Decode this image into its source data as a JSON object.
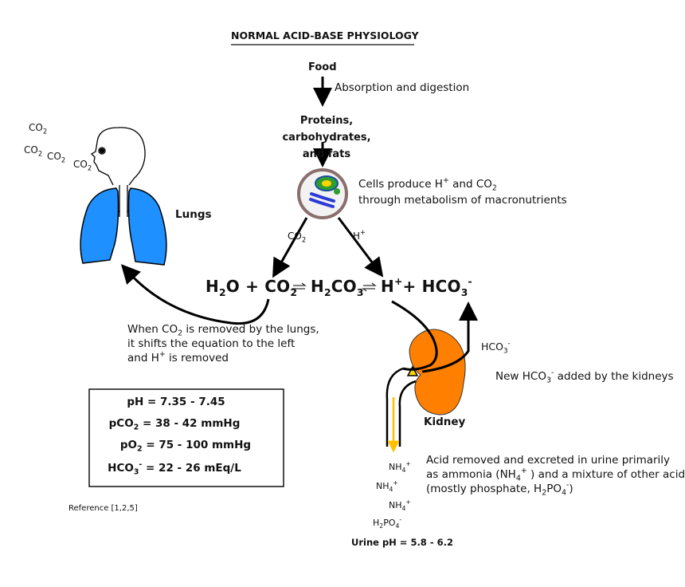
{
  "title": "NORMAL ACID-BASE PHYSIOLOGY",
  "food": "Food",
  "absorption": "Absorption and digestion",
  "macronutrients_line1": "Proteins, carbohydrates,",
  "macronutrients_line2": "and fats",
  "cells_line1_a": "Cells produce H",
  "cells_line1_b": " and CO",
  "cells_line2": "through metabolism of macronutrients",
  "lungs_label": "Lungs",
  "kidney_label": "Kidney",
  "arrow_left_label": "CO",
  "arrow_right_label": "H",
  "equation": {
    "h2o": "H",
    "h2o_b": "O + CO",
    "h2co3_a": "H",
    "h2co3_b": "CO",
    "hplus": "H",
    "hco3": "+ HCO"
  },
  "lungs_note": {
    "line1_a": "When CO",
    "line1_b": " is removed by the lungs,",
    "line2": "it shifts the equation to the left",
    "line3_a": "and H",
    "line3_b": " is removed"
  },
  "hco3_arrow_label": "HCO",
  "hco3_note_a": "New HCO",
  "hco3_note_b": " added by the kidneys",
  "acid_note": {
    "line1": "Acid removed and excreted in urine primarily",
    "line2_a": "as ammonia (NH",
    "line2_b": " ) and a mixture of other acids",
    "line3_a": "(mostly phosphate, H",
    "line3_b": "PO",
    "line3_c": ")"
  },
  "urine_ions": [
    "NH4+",
    "NH4+",
    "NH4+",
    "H2PO4-"
  ],
  "urine_ph": "Urine pH = 5.8 - 6.2",
  "reference": "Reference [1,2,5]",
  "normal_ranges": {
    "ph": "pH = 7.35 - 7.45",
    "pco2_a": "pCO",
    "pco2_b": "= 38 - 42 mmHg",
    "po2_a": "pO",
    "po2_b": "= 75 - 100 mmHg",
    "hco3_a": "HCO",
    "hco3_b": "= 22 - 26 mEq/L"
  },
  "exhaled": "CO",
  "colors": {
    "lung_fill": "#1e90ff",
    "kidney_fill": "#ff8000",
    "urine_arrow": "#ffc000",
    "cell_border": "#8b6e6e",
    "cell_fill": "#f0f0f0"
  }
}
